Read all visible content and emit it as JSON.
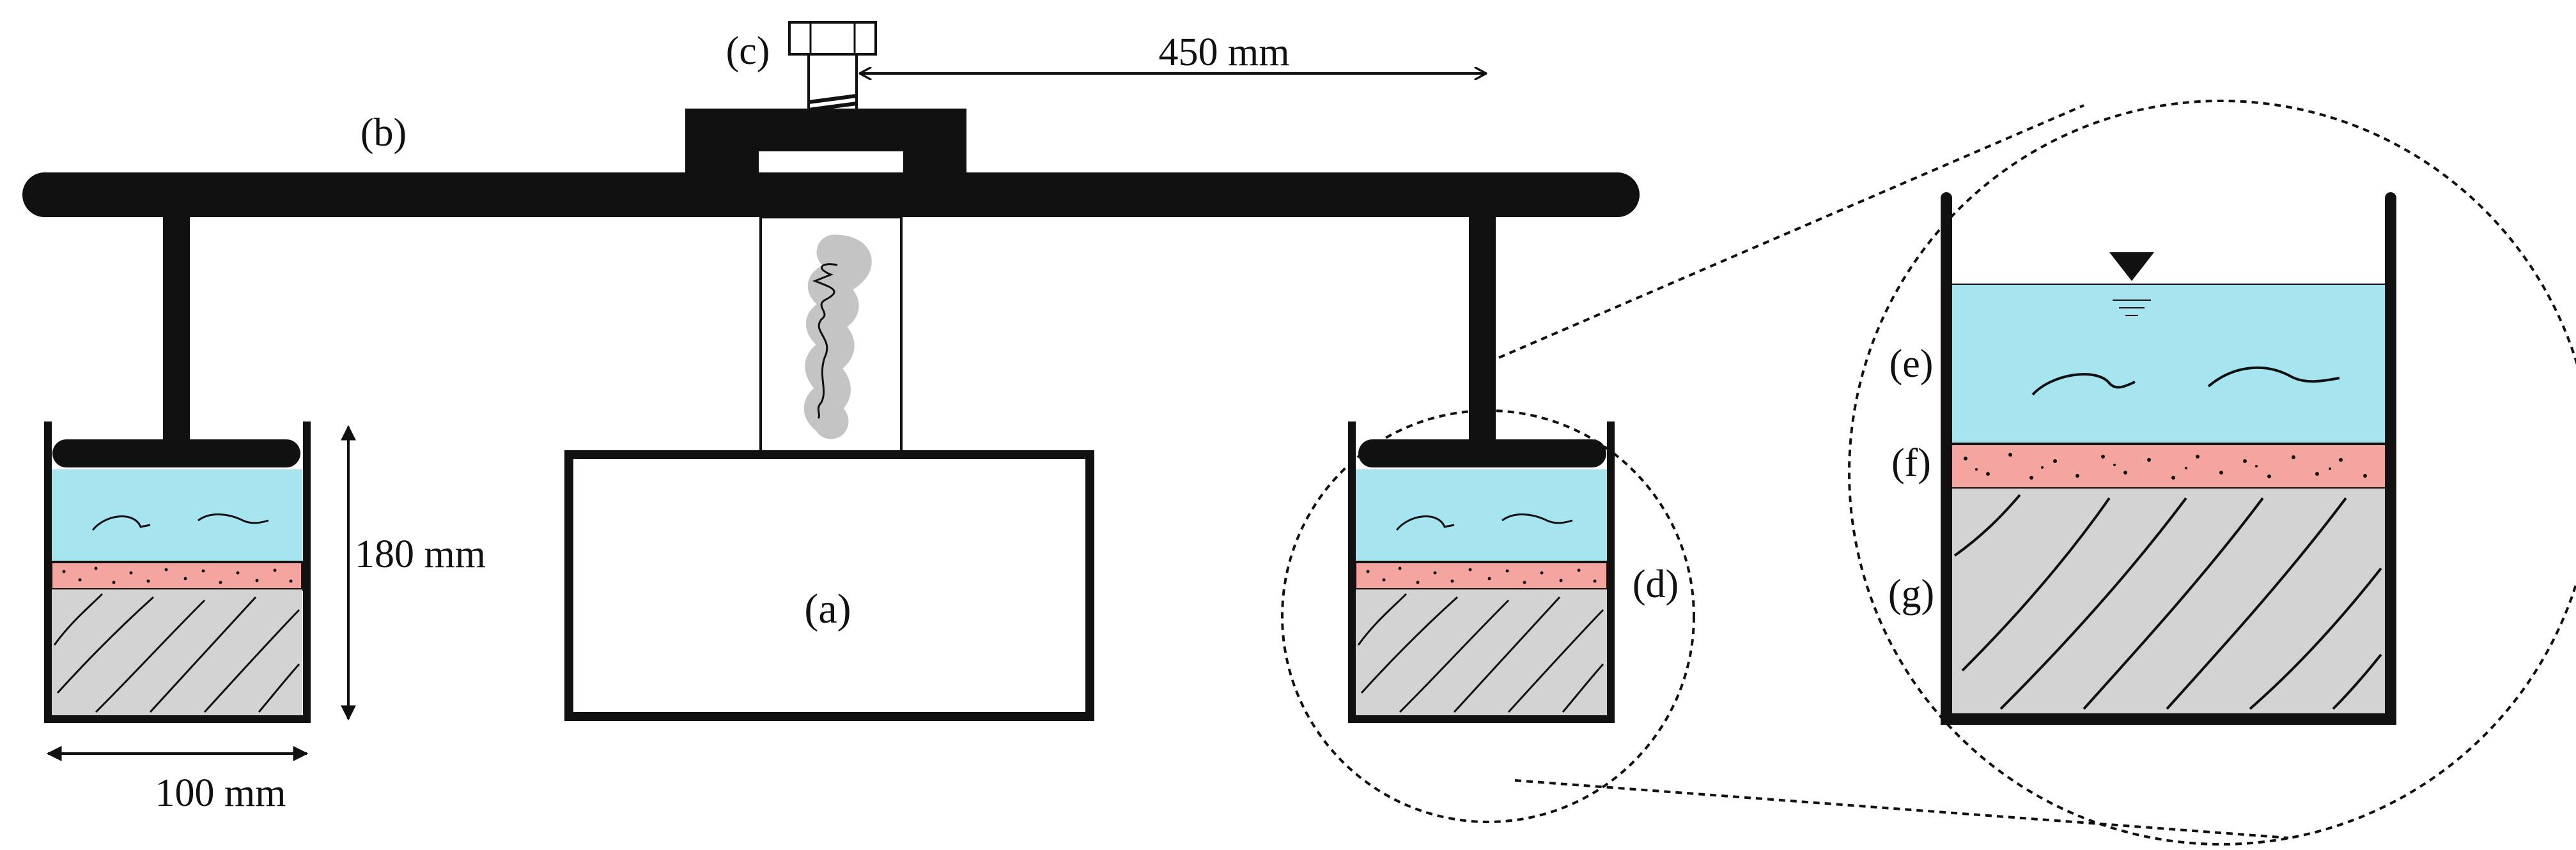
{
  "labels": {
    "a": "(a)",
    "b": "(b)",
    "c": "(c)",
    "d": "(d)",
    "e": "(e)",
    "f": "(f)",
    "g": "(g)"
  },
  "dimensions": {
    "span": "450 mm",
    "height": "180 mm",
    "width": "100 mm"
  },
  "colors": {
    "frame": "#111111",
    "water": "#a6e4f0",
    "sand": "#f4a5a0",
    "soil": "#d3d3d3",
    "specimen_scribble": "#c4c4c4"
  }
}
